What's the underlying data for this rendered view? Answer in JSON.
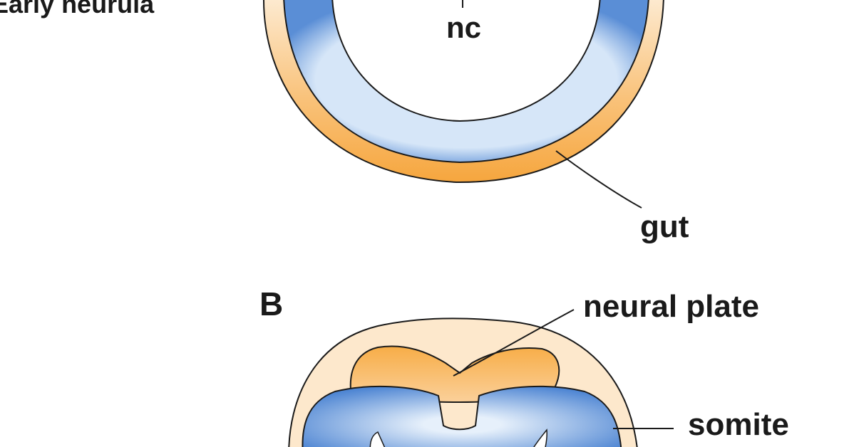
{
  "panel_a": {
    "stage_label": "Early neurula",
    "label_nc": "nc",
    "label_gut": "gut"
  },
  "panel_b": {
    "panel_letter": "B",
    "label_neural_plate": "neural plate",
    "label_somite": "somite"
  },
  "colors": {
    "ectoderm_orange": "#f7ad47",
    "ectoderm_light": "#fde3bf",
    "mesoderm_blue": "#5b8fd6",
    "mesoderm_light": "#d4e5f8",
    "outline": "#1a1a1a"
  }
}
